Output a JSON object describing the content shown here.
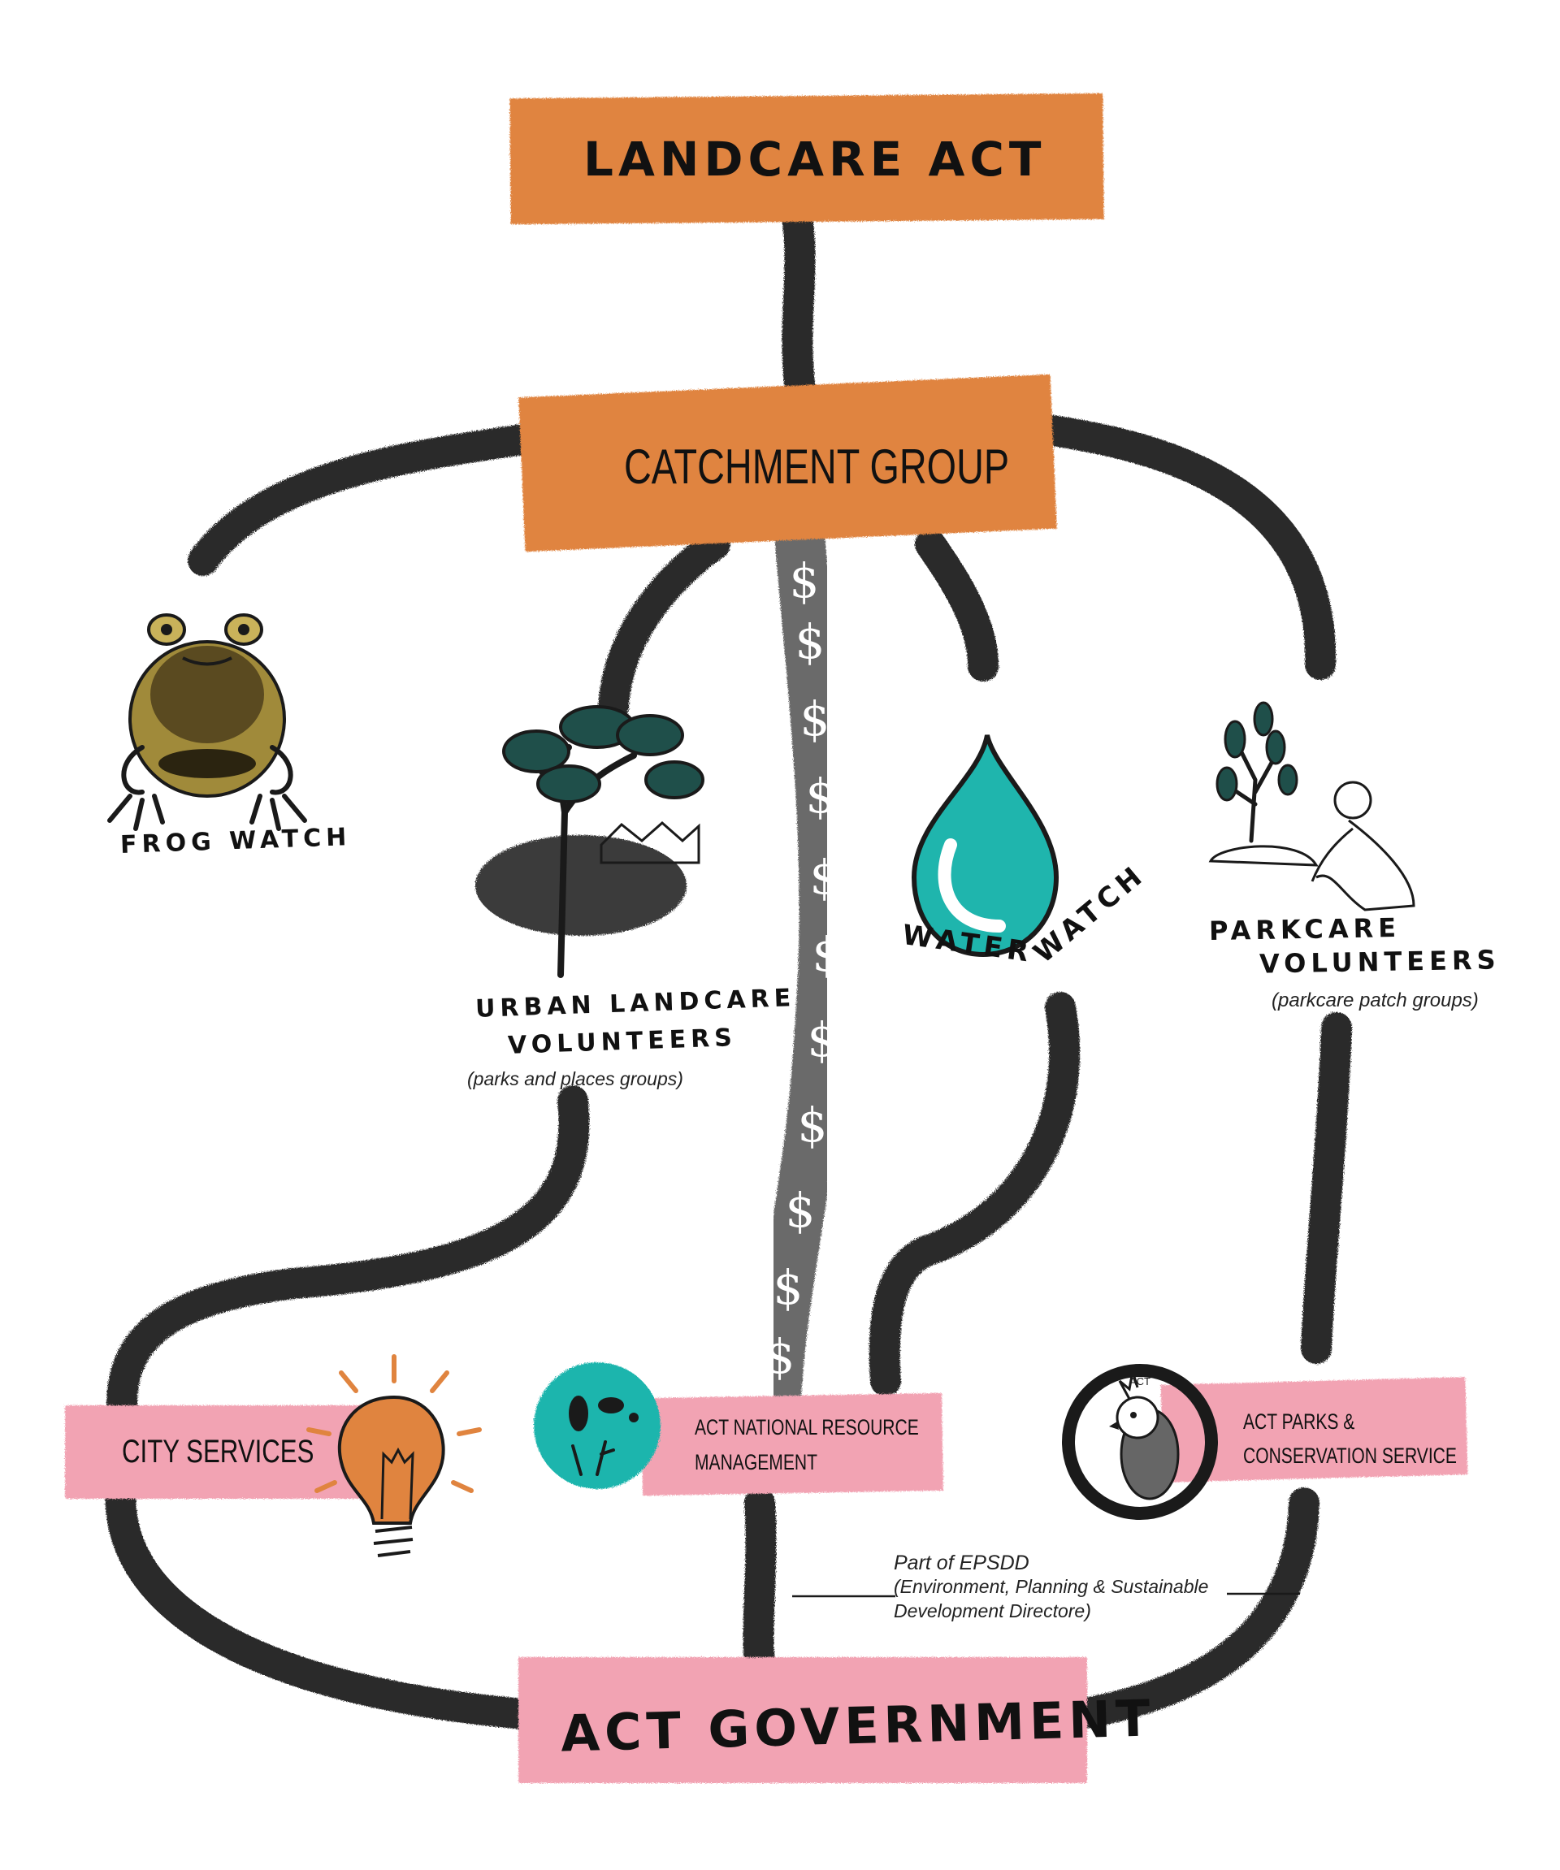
{
  "nodes": {
    "landcare_act": "LANDCARE ACT",
    "catchment_group": "CATCHMENT GROUP",
    "frog_watch": "FROG WATCH",
    "urban_landcare_line1": "URBAN LANDCARE",
    "urban_landcare_line2": "VOLUNTEERS",
    "urban_landcare_note": "(parks and places groups)",
    "water_watch_1": "WATER",
    "water_watch_2": "WATCH",
    "parkcare_line1": "PARKCARE",
    "parkcare_line2": "VOLUNTEERS",
    "parkcare_note": "(parkcare patch groups)",
    "city_services": "CITY SERVICES",
    "nrm_line1": "ACT NATIONAL RESOURCE",
    "nrm_line2": "MANAGEMENT",
    "parks_line1": "ACT PARKS &",
    "parks_line2": "CONSERVATION SERVICE",
    "parks_logo_text": "ACT",
    "act_government": "ACT GOVERNMENT"
  },
  "epsdd_note": {
    "line1": "Part of EPSDD",
    "line2": "(Environment, Planning & Sustainable",
    "line3": "Development Directore)"
  },
  "money_symbol": "$",
  "colors": {
    "orange": "#e0843f",
    "pink": "#f2a3b3",
    "teal": "#1fb5ad",
    "dark_teal": "#1f4f4a",
    "ink": "#1a1a1a",
    "road": "#2a2a2a",
    "money_road": "#6a6a6a",
    "frog_gold": "#a08a3a"
  },
  "icons": [
    "frog-icon",
    "tree-icon",
    "water-drop-icon",
    "gardener-icon",
    "lightbulb-icon",
    "footprint-badge-icon",
    "cockatoo-logo-icon"
  ]
}
